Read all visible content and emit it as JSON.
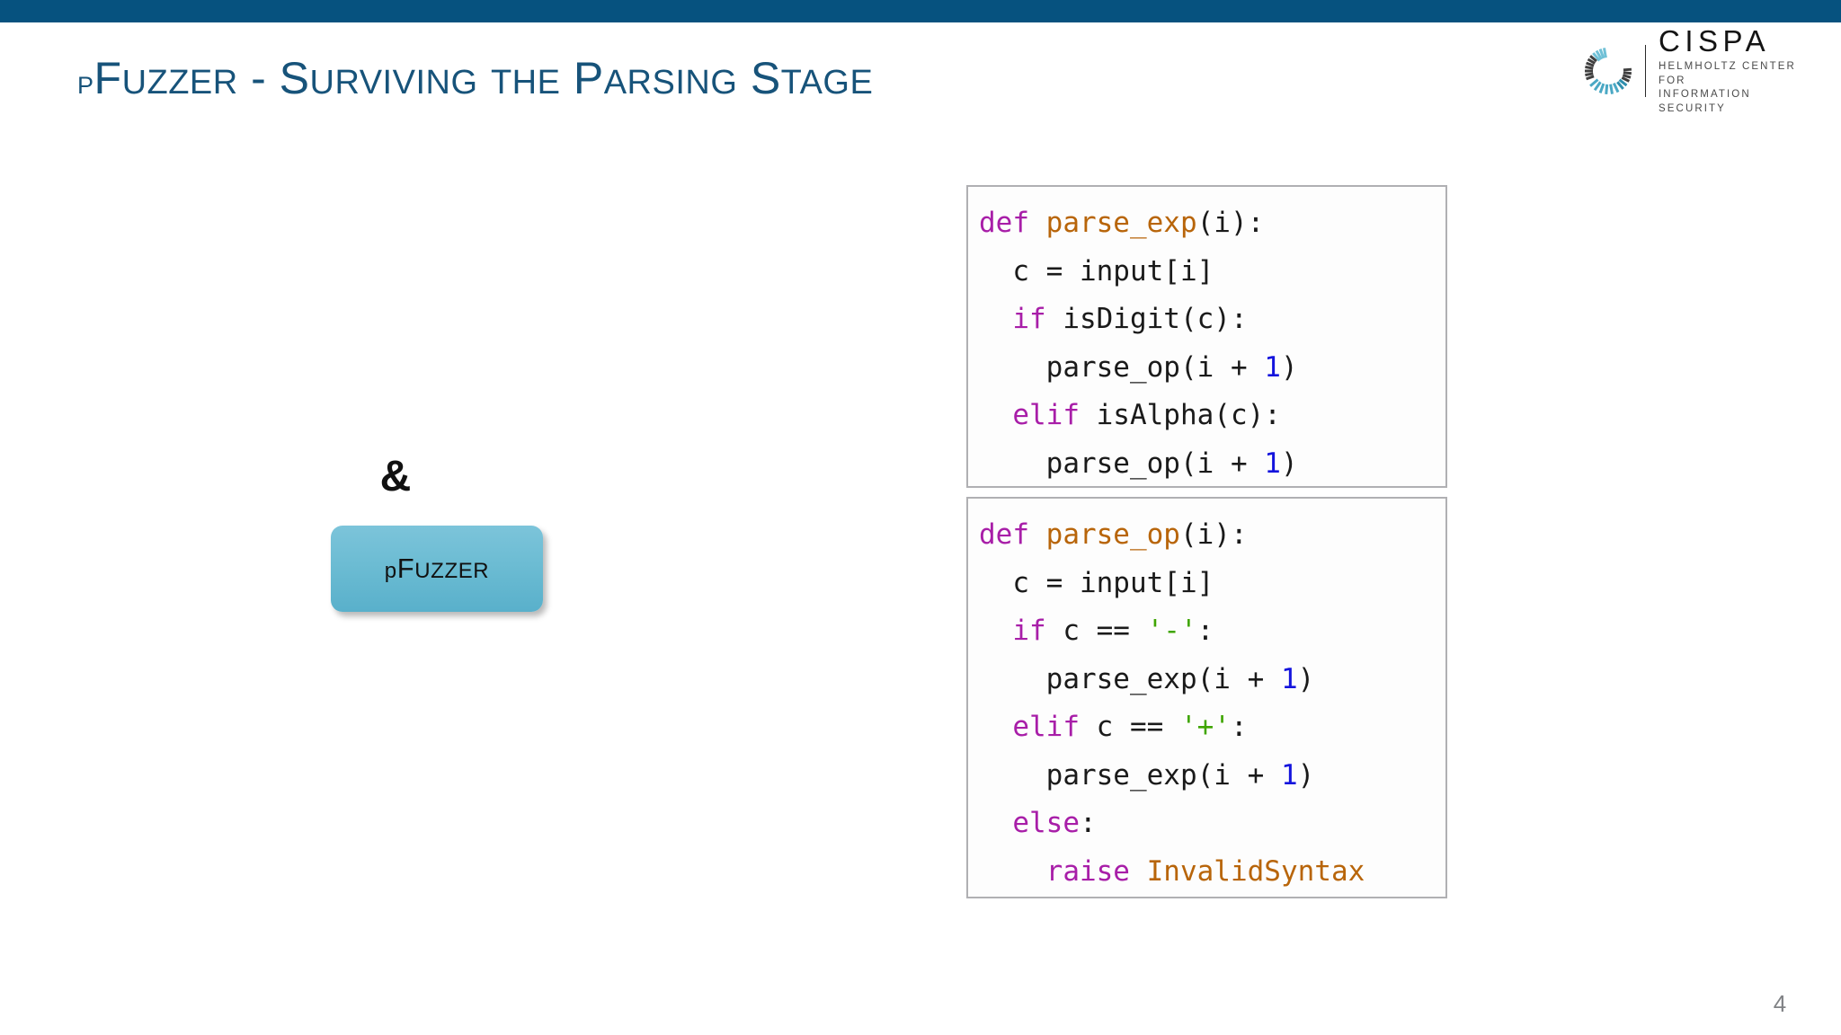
{
  "slide": {
    "accent_bar_color": "#06527f",
    "background_color": "#ffffff",
    "page_number": "4"
  },
  "title": {
    "full": "pFuzzer - Surviving the Parsing Stage",
    "color": "#17537a",
    "parts": [
      {
        "t": "p",
        "style": "sc"
      },
      {
        "t": "F",
        "style": "cap"
      },
      {
        "t": "UZZER",
        "style": "sc"
      },
      {
        "t": " - ",
        "style": "cap"
      },
      {
        "t": "S",
        "style": "cap"
      },
      {
        "t": "URVIVING",
        "style": "sc"
      },
      {
        "t": " ",
        "style": "cap"
      },
      {
        "t": "THE",
        "style": "sc"
      },
      {
        "t": " ",
        "style": "cap"
      },
      {
        "t": "P",
        "style": "cap"
      },
      {
        "t": "ARSING",
        "style": "sc"
      },
      {
        "t": " ",
        "style": "cap"
      },
      {
        "t": "S",
        "style": "cap"
      },
      {
        "t": "TAGE",
        "style": "sc"
      }
    ]
  },
  "logo": {
    "mark_name": "cispa-dashed-c-icon",
    "wordmark": "CISPA",
    "subtitle_line1": "HELMHOLTZ CENTER FOR",
    "subtitle_line2": "INFORMATION SECURITY",
    "mark_color": "#4aa8c4",
    "wordmark_color": "#141414"
  },
  "diagram": {
    "ampersand": "&",
    "node_label_full": "pFuzzer",
    "node_fill_color": "#6cbcd3",
    "node_label_parts": [
      {
        "t": "p",
        "style": "sc"
      },
      {
        "t": "F",
        "style": "cap"
      },
      {
        "t": "UZZER",
        "style": "sc"
      }
    ]
  },
  "code_blocks": [
    {
      "name": "parse_exp",
      "lines": [
        [
          {
            "t": "def ",
            "c": "kw"
          },
          {
            "t": "parse_exp",
            "c": "fn"
          },
          {
            "t": "(i):",
            "c": "plain"
          }
        ],
        [
          {
            "t": "  c = input[i]",
            "c": "plain"
          }
        ],
        [
          {
            "t": "  ",
            "c": "plain"
          },
          {
            "t": "if",
            "c": "kw"
          },
          {
            "t": " isDigit(c):",
            "c": "plain"
          }
        ],
        [
          {
            "t": "    parse_op(i + ",
            "c": "plain"
          },
          {
            "t": "1",
            "c": "num"
          },
          {
            "t": ")",
            "c": "plain"
          }
        ],
        [
          {
            "t": "  ",
            "c": "plain"
          },
          {
            "t": "elif",
            "c": "kw"
          },
          {
            "t": " isAlpha(c):",
            "c": "plain"
          }
        ],
        [
          {
            "t": "    parse_op(i + ",
            "c": "plain"
          },
          {
            "t": "1",
            "c": "num"
          },
          {
            "t": ")",
            "c": "plain"
          }
        ]
      ]
    },
    {
      "name": "parse_op",
      "lines": [
        [
          {
            "t": "def ",
            "c": "kw"
          },
          {
            "t": "parse_op",
            "c": "fn"
          },
          {
            "t": "(i):",
            "c": "plain"
          }
        ],
        [
          {
            "t": "  c = input[i]",
            "c": "plain"
          }
        ],
        [
          {
            "t": "  ",
            "c": "plain"
          },
          {
            "t": "if",
            "c": "kw"
          },
          {
            "t": " c == ",
            "c": "plain"
          },
          {
            "t": "'-'",
            "c": "str"
          },
          {
            "t": ":",
            "c": "plain"
          }
        ],
        [
          {
            "t": "    parse_exp(i + ",
            "c": "plain"
          },
          {
            "t": "1",
            "c": "num"
          },
          {
            "t": ")",
            "c": "plain"
          }
        ],
        [
          {
            "t": "  ",
            "c": "plain"
          },
          {
            "t": "elif",
            "c": "kw"
          },
          {
            "t": " c == ",
            "c": "plain"
          },
          {
            "t": "'+'",
            "c": "str"
          },
          {
            "t": ":",
            "c": "plain"
          }
        ],
        [
          {
            "t": "    parse_exp(i + ",
            "c": "plain"
          },
          {
            "t": "1",
            "c": "num"
          },
          {
            "t": ")",
            "c": "plain"
          }
        ],
        [
          {
            "t": "  ",
            "c": "plain"
          },
          {
            "t": "else",
            "c": "kw"
          },
          {
            "t": ":",
            "c": "plain"
          }
        ],
        [
          {
            "t": "    ",
            "c": "plain"
          },
          {
            "t": "raise ",
            "c": "kw"
          },
          {
            "t": "InvalidSyntax",
            "c": "exc"
          }
        ]
      ]
    }
  ],
  "syntax_colors": {
    "keyword": "#a81ea8",
    "function": "#b8650a",
    "number": "#1414dd",
    "string": "#3fa500",
    "plain": "#1a1a1a"
  }
}
